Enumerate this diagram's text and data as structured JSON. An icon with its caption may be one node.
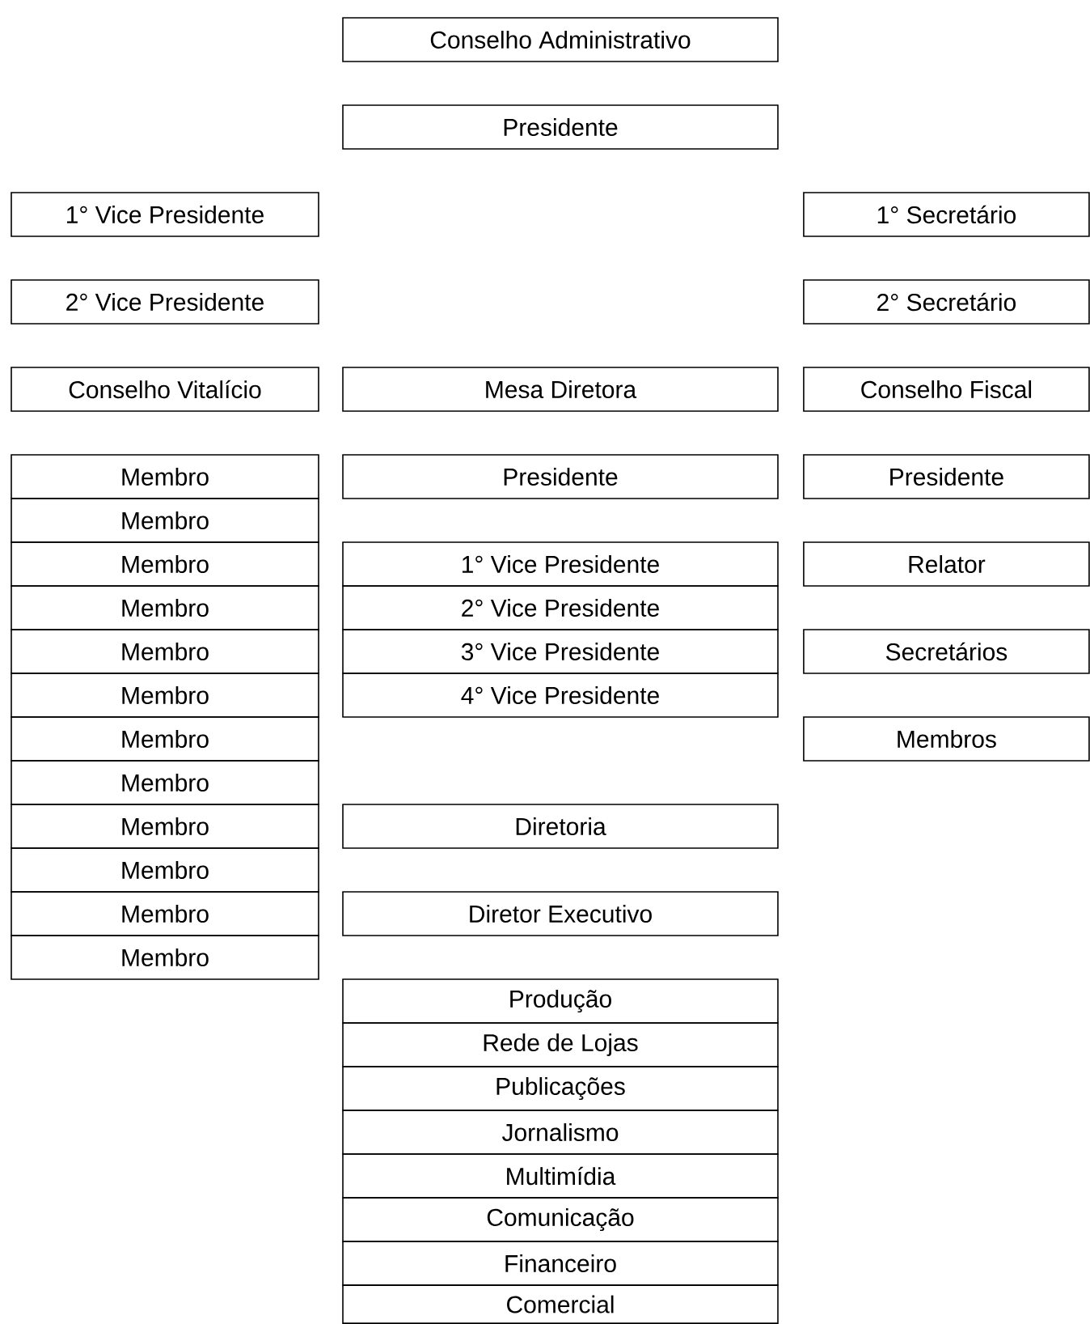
{
  "diagram": {
    "nodes": [
      {
        "text": [
          "Conselho Administrativo"
        ]
      },
      {
        "text": [
          "Presidente"
        ]
      },
      {
        "text": [
          "1° Vice Presidente"
        ]
      },
      {
        "text": [
          "1° Secretário"
        ]
      },
      {
        "text": [
          "2° Vice Presidente"
        ]
      },
      {
        "text": [
          "2° Secretário"
        ]
      },
      {
        "text": [
          "Conselho Vitalício"
        ]
      },
      {
        "text": [
          "Mesa Diretora"
        ]
      },
      {
        "text": [
          "Conselho Fiscal"
        ]
      },
      {
        "text": [
          "Membro"
        ]
      },
      {
        "text": [
          "Membro"
        ]
      },
      {
        "text": [
          "Membro"
        ]
      },
      {
        "text": [
          "Membro"
        ]
      },
      {
        "text": [
          "Membro"
        ]
      },
      {
        "text": [
          "Membro"
        ]
      },
      {
        "text": [
          "Membro"
        ]
      },
      {
        "text": [
          "Membro"
        ]
      },
      {
        "text": [
          "Membro"
        ]
      },
      {
        "text": [
          "Membro"
        ]
      },
      {
        "text": [
          "Membro"
        ]
      },
      {
        "text": [
          "Membro"
        ]
      },
      {
        "text": [
          "Presidente"
        ]
      },
      {
        "text": [
          "1° Vice Presidente"
        ]
      },
      {
        "text": [
          "2° Vice Presidente"
        ]
      },
      {
        "text": [
          "3° Vice Presidente"
        ]
      },
      {
        "text": [
          "4° Vice Presidente"
        ]
      },
      {
        "text": [
          "Diretoria"
        ]
      },
      {
        "text": [
          "Diretor Executivo"
        ]
      },
      {
        "text": [
          "Produção"
        ]
      },
      {
        "text": [
          "Rede de Lojas"
        ]
      },
      {
        "text": [
          "Publicações"
        ]
      },
      {
        "text": [
          "Jornalismo"
        ]
      },
      {
        "text": [
          "Multimídia"
        ]
      },
      {
        "text": [
          "Comunicação"
        ]
      },
      {
        "text": [
          "Financeiro"
        ]
      },
      {
        "text": [
          "Comercial"
        ]
      },
      {
        "text": [
          "Presidente"
        ]
      },
      {
        "text": [
          "Relator"
        ]
      },
      {
        "text": [
          "Secretários"
        ]
      },
      {
        "text": [
          "Membros"
        ]
      }
    ]
  }
}
